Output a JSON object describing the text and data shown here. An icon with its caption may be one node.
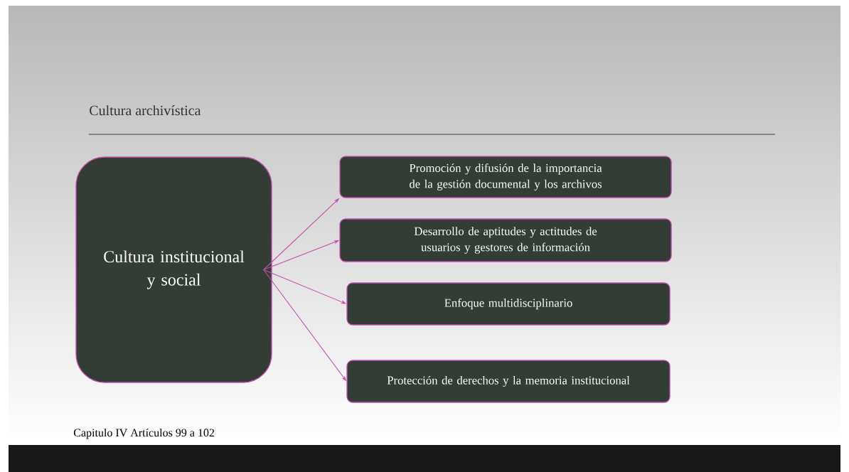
{
  "diagram": {
    "title": "Cultura archivística",
    "nodes": [
      {
        "text": [
          "Cultura institucional y social"
        ]
      },
      {
        "text": [
          "Promoción y difusión de la importancia de la gestión documental y los archivos"
        ]
      },
      {
        "text": [
          "Desarrollo de aptitudes y actitudes de usuarios y gestores de información"
        ]
      },
      {
        "text": [
          "Enfoque multidisciplinario"
        ]
      },
      {
        "text": [
          "Protección de derechos y la memoria institucional"
        ]
      }
    ],
    "edges": [
      {
        "from": 0,
        "to": 1,
        "arrow": "to"
      },
      {
        "from": 0,
        "to": 2,
        "arrow": "to"
      },
      {
        "from": 0,
        "to": 3,
        "arrow": "to"
      },
      {
        "from": 0,
        "to": 4,
        "arrow": "to"
      }
    ],
    "labels": [
      "Capitulo IV Artículos 99 a 102"
    ]
  }
}
